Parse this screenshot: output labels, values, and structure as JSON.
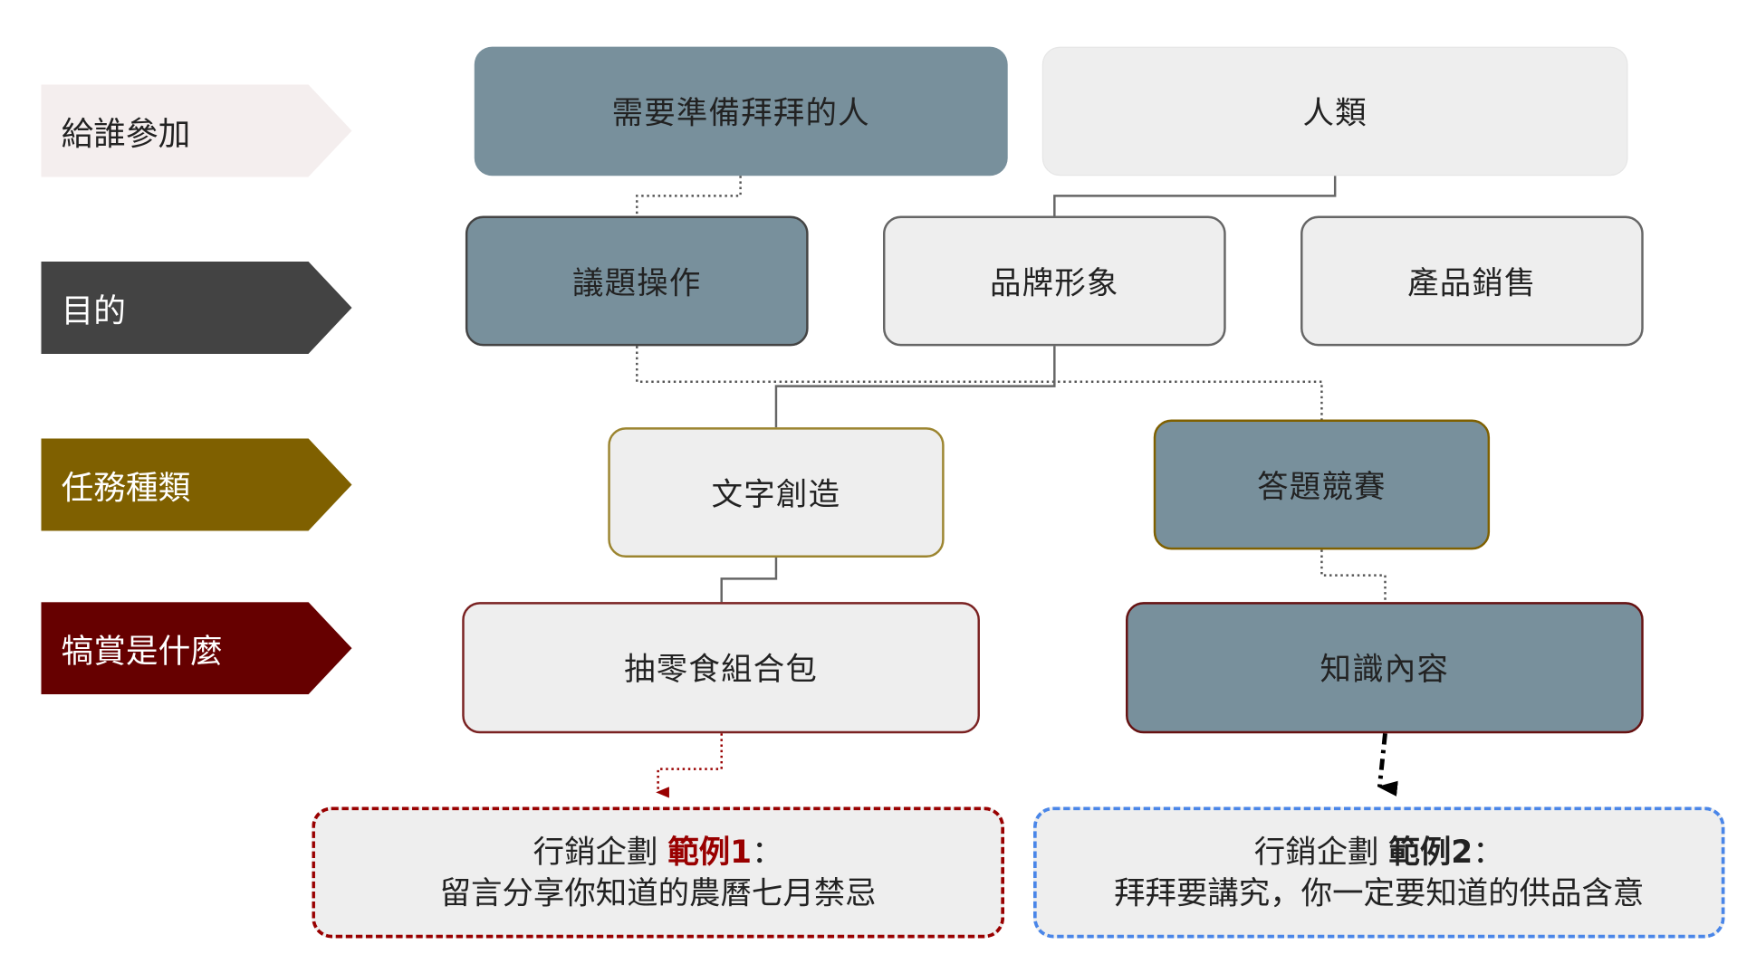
{
  "rows": [
    {
      "label": "給誰參加",
      "color": "#f4eeee",
      "text_color": "#222222"
    },
    {
      "label": "目的",
      "color": "#434343",
      "text_color": "#ffffff"
    },
    {
      "label": "任務種類",
      "color": "#7f6000",
      "text_color": "#ffffff"
    },
    {
      "label": "犒賞是什麼",
      "color": "#660000",
      "text_color": "#ffffff"
    }
  ],
  "nodes": {
    "audience_worshippers": "需要準備拜拜的人",
    "audience_humans": "人類",
    "purpose_issue": "議題操作",
    "purpose_brand": "品牌形象",
    "purpose_sales": "產品銷售",
    "task_writing": "文字創造",
    "task_quiz": "答題競賽",
    "reward_snacks": "抽零食組合包",
    "reward_knowledge": "知識內容"
  },
  "examples": [
    {
      "prefix": "行銷企劃 ",
      "highlight": "範例1",
      "suffix": "：",
      "body": "留言分享你知道的農曆七月禁忌",
      "border": "#990000"
    },
    {
      "prefix": "行銷企劃 ",
      "highlight": "範例2",
      "suffix": "：",
      "body": "拜拜要講究，你一定要知道的供品含意",
      "border": "#4a86e8"
    }
  ]
}
